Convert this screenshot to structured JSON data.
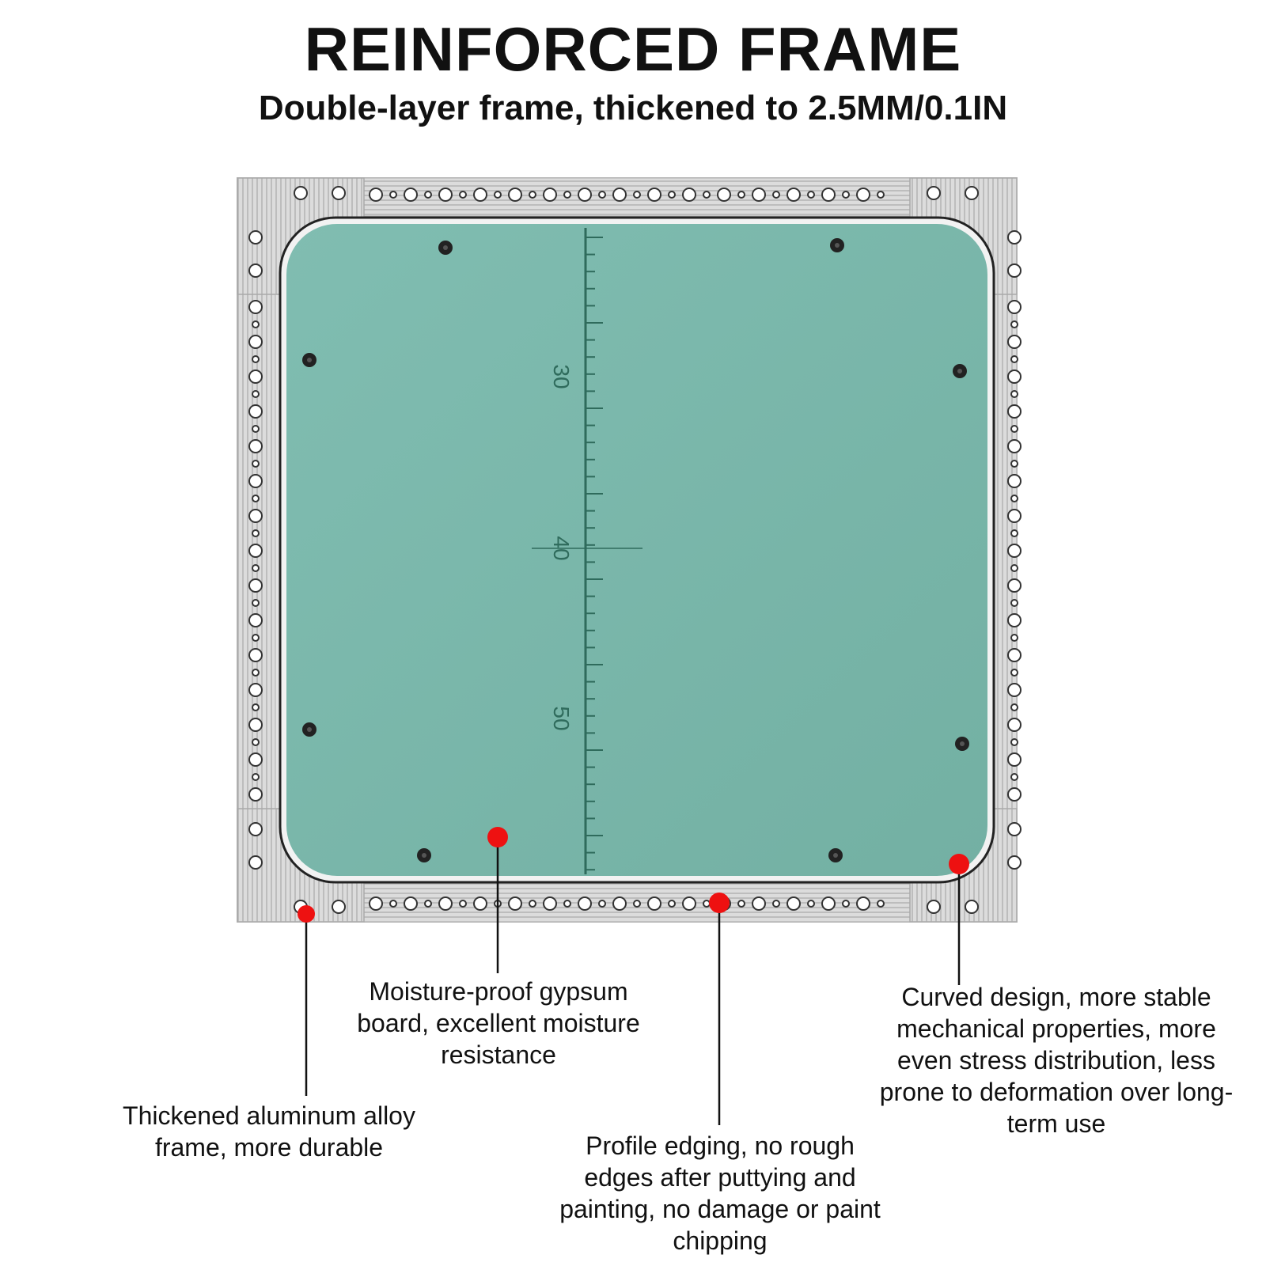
{
  "header": {
    "title": "REINFORCED FRAME",
    "subtitle": "Double-layer frame, thickened to 2.5MM/0.1IN"
  },
  "ruler": {
    "labels": [
      "30",
      "40",
      "50"
    ]
  },
  "callouts": {
    "frame": "Thickened aluminum alloy frame, more durable",
    "gypsum": "Moisture-proof gypsum board, excellent moisture resistance",
    "edging": "Profile edging, no rough edges after puttying and painting, no damage or paint chipping",
    "curved": "Curved design, more stable mechanical properties, more even stress distribution, less prone to deformation over long-term use"
  },
  "colors": {
    "panel": "#7db9ad",
    "frame": "#d4d4d4",
    "marker": "#ee1111",
    "ruler": "#2f6b5c"
  },
  "icons": {
    "screw": "screw-icon",
    "marker": "marker-dot-icon"
  }
}
